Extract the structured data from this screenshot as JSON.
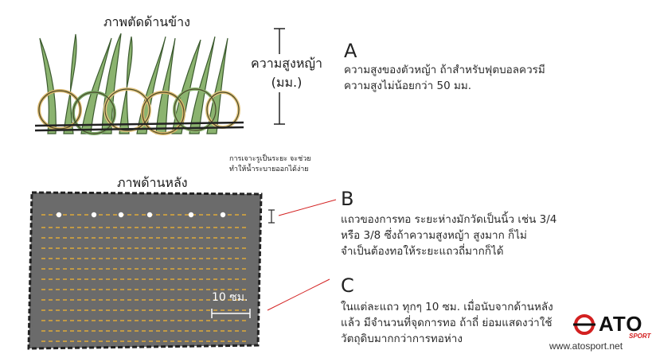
{
  "titles": {
    "side_view": "ภาพตัดด้านข้าง",
    "back_view": "ภาพด้านหลัง"
  },
  "height_label": {
    "line1": "ความสูงหญ้า",
    "line2": "(มม.)"
  },
  "drainage_note": {
    "line1": "การเจาะรูเป็นระยะ จะช่วย",
    "line2": "ทำให้น้ำระบายออกได้ง่าย"
  },
  "scale_label": "10 ซม.",
  "sections": [
    {
      "letter": "A",
      "lines": [
        "ความสูงของตัวหญ้า ถ้าสำหรับฟุตบอลควรมี",
        "ความสูงไม่น้อยกว่า 50 มม."
      ]
    },
    {
      "letter": "B",
      "lines": [
        "แถวของการทอ ระยะห่างมักวัดเป็นนิ้ว เช่น 3/4",
        "หรือ 3/8 ซึ่งถ้าความสูงหญ้า สูงมาก ก็ไม่",
        "จำเป็นต้องทอให้ระยะแถวถี่มากก็ได้"
      ]
    },
    {
      "letter": "C",
      "lines": [
        "ในแต่ละแถว ทุกๆ 10 ซม. เมื่อนับจากด้านหลัง",
        "แล้ว มีจำนวนที่จุดการทอ ถ้าถี่ ย่อมแสดงว่าใช้",
        "วัตถุดิบมากกว่าการทอห่าง"
      ]
    }
  ],
  "logo": {
    "text": "ATO",
    "sub": "SPORT",
    "url": "www.atosport.net"
  },
  "colors": {
    "mat": "#6b6b6b",
    "stitch": "#e0a93a",
    "grass": "#6e9a5a",
    "accent": "#d32020",
    "hole": "#ffffff"
  }
}
